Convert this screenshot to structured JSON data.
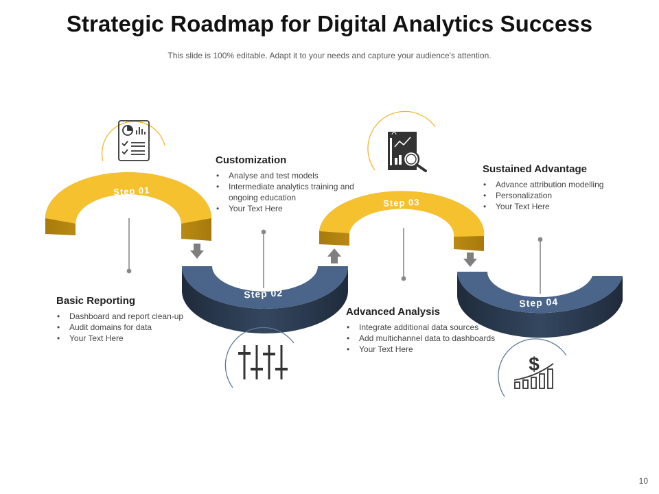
{
  "slide": {
    "title": "Strategic Roadmap for Digital Analytics Success",
    "subtitle": "This slide is 100% editable. Adapt it to your needs and capture your audience's attention.",
    "page_number": "10"
  },
  "colors": {
    "yellow": "#F5C12E",
    "yellow_side": "#C7930F",
    "blue": "#4A6589",
    "blue_side": "#2C3C53",
    "icon_ring_yellow": "#F2B632",
    "icon_ring_blue": "#5E7797",
    "icon_stroke": "#333333",
    "arrow": "#7F7F7F",
    "connector": "#888888"
  },
  "steps": [
    {
      "label": "Step 01",
      "heading": "Basic Reporting",
      "bullets": [
        "Dashboard and report clean-up",
        "Audit domains for data",
        "Your Text Here"
      ],
      "icon": "report-checklist-icon"
    },
    {
      "label": "Step 02",
      "heading": "Customization",
      "bullets": [
        "Analyse and test models",
        "Intermediate analytics training and ongoing education",
        "Your Text Here"
      ],
      "icon": "equalizer-sliders-icon"
    },
    {
      "label": "Step 03",
      "heading": "Advanced Analysis",
      "bullets": [
        "Integrate additional data sources",
        "Add multichannel data to dashboards",
        "Your Text Here"
      ],
      "icon": "analytics-magnifier-icon"
    },
    {
      "label": "Step 04",
      "heading": "Sustained Advantage",
      "bullets": [
        "Advance attribution  modelling",
        "Personalization",
        "Your Text Here"
      ],
      "icon": "dollar-growth-icon"
    }
  ]
}
